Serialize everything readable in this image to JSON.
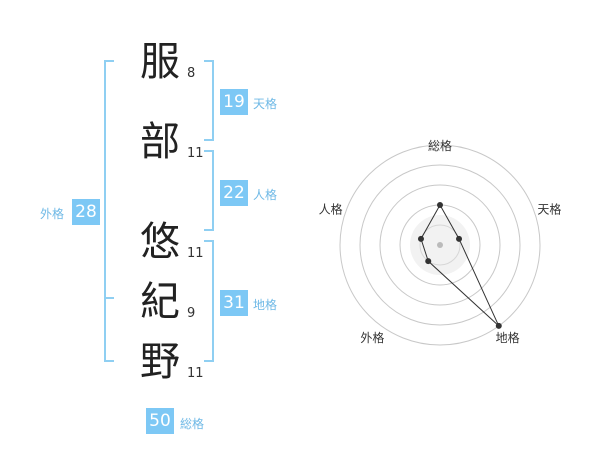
{
  "colors": {
    "badge_bg": "#7dc8f5",
    "badge_label": "#6fb9e6",
    "bracket": "#8fcff2",
    "radar_grid": "#c8c8c8",
    "radar_line": "#333333",
    "radar_fill": "#e6e6e6"
  },
  "name_chars": [
    {
      "char": "服",
      "strokes": "8"
    },
    {
      "char": "部",
      "strokes": "11"
    },
    {
      "char": "悠",
      "strokes": "11"
    },
    {
      "char": "紀",
      "strokes": "9"
    },
    {
      "char": "野",
      "strokes": "11"
    }
  ],
  "kakusu": {
    "tenkaku": {
      "value": "19",
      "label": "天格"
    },
    "jinkaku": {
      "value": "22",
      "label": "人格"
    },
    "chikaku": {
      "value": "31",
      "label": "地格"
    },
    "gaikaku": {
      "value": "28",
      "label": "外格"
    },
    "soukaku": {
      "value": "50",
      "label": "総格"
    }
  },
  "radar": {
    "axes": [
      "総格",
      "天格",
      "地格",
      "外格",
      "人格"
    ],
    "levels": 5,
    "values": [
      2,
      1,
      5,
      1,
      1
    ]
  }
}
